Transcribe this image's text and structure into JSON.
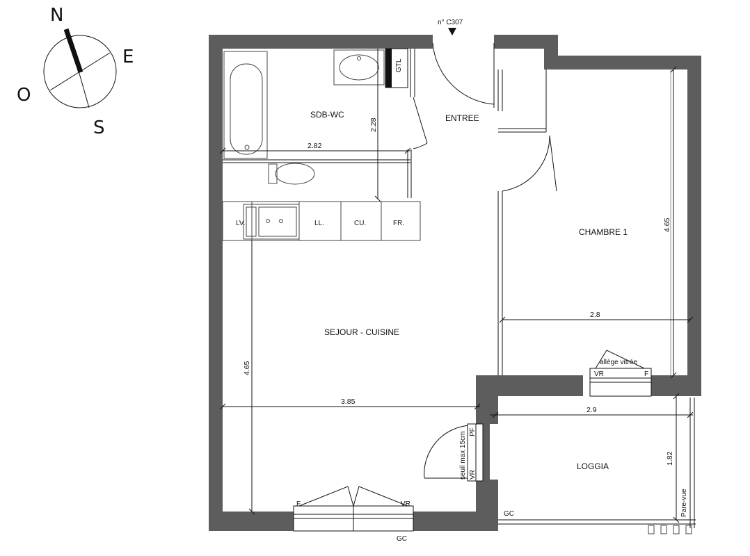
{
  "apartment_number": "n° C307",
  "compass": {
    "north": "N",
    "east": "E",
    "south": "S",
    "west": "O"
  },
  "rooms": {
    "bathroom": "SDB-WC",
    "entrance": "ENTREE",
    "bedroom": "CHAMBRE 1",
    "living": "SEJOUR - CUISINE",
    "loggia": "LOGGIA"
  },
  "equipment": {
    "gtl": "GTL",
    "dishwasher": "LV.",
    "washing_machine": "LL.",
    "cooker": "CU.",
    "fridge": "FR."
  },
  "dimensions": {
    "bath_width": "2.82",
    "bath_depth": "2.28",
    "bedroom_depth": "4.65",
    "bedroom_width": "2.8",
    "living_depth": "4.65",
    "living_width": "3.85",
    "loggia_width": "2.9",
    "loggia_depth": "1.82"
  },
  "labels": {
    "glazed_sill": "allège vitrée",
    "threshold": "seuil max 15cm",
    "screen": "Pare-vue",
    "gc_living": "GC",
    "gc_loggia": "GC",
    "vr": "VR",
    "f": "F",
    "pf": "PF"
  },
  "colors": {
    "wall": "#5d5d5d",
    "line": "#111111"
  }
}
